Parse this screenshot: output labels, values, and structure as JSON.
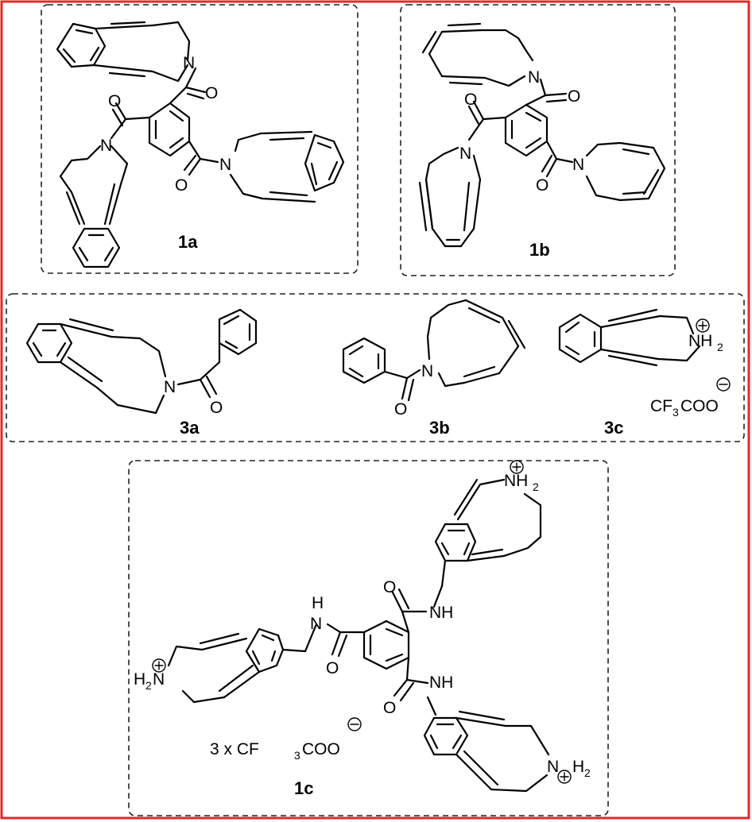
{
  "compounds": {
    "c1a": {
      "label": "1a"
    },
    "c1b": {
      "label": "1b"
    },
    "c3a": {
      "label": "3a"
    },
    "c3b": {
      "label": "3b"
    },
    "c3c": {
      "label": "3c"
    },
    "c1c": {
      "label": "1c"
    }
  },
  "atoms": {
    "N": "N",
    "O": "O",
    "NH": "NH",
    "NH2": "NH",
    "H2N_H": "H",
    "sub2": "2",
    "sub3": "3",
    "CF": "CF",
    "COO": "COO",
    "three_x": "3 x CF"
  },
  "colors": {
    "frame": "#e02a2a",
    "ink": "#000000"
  }
}
